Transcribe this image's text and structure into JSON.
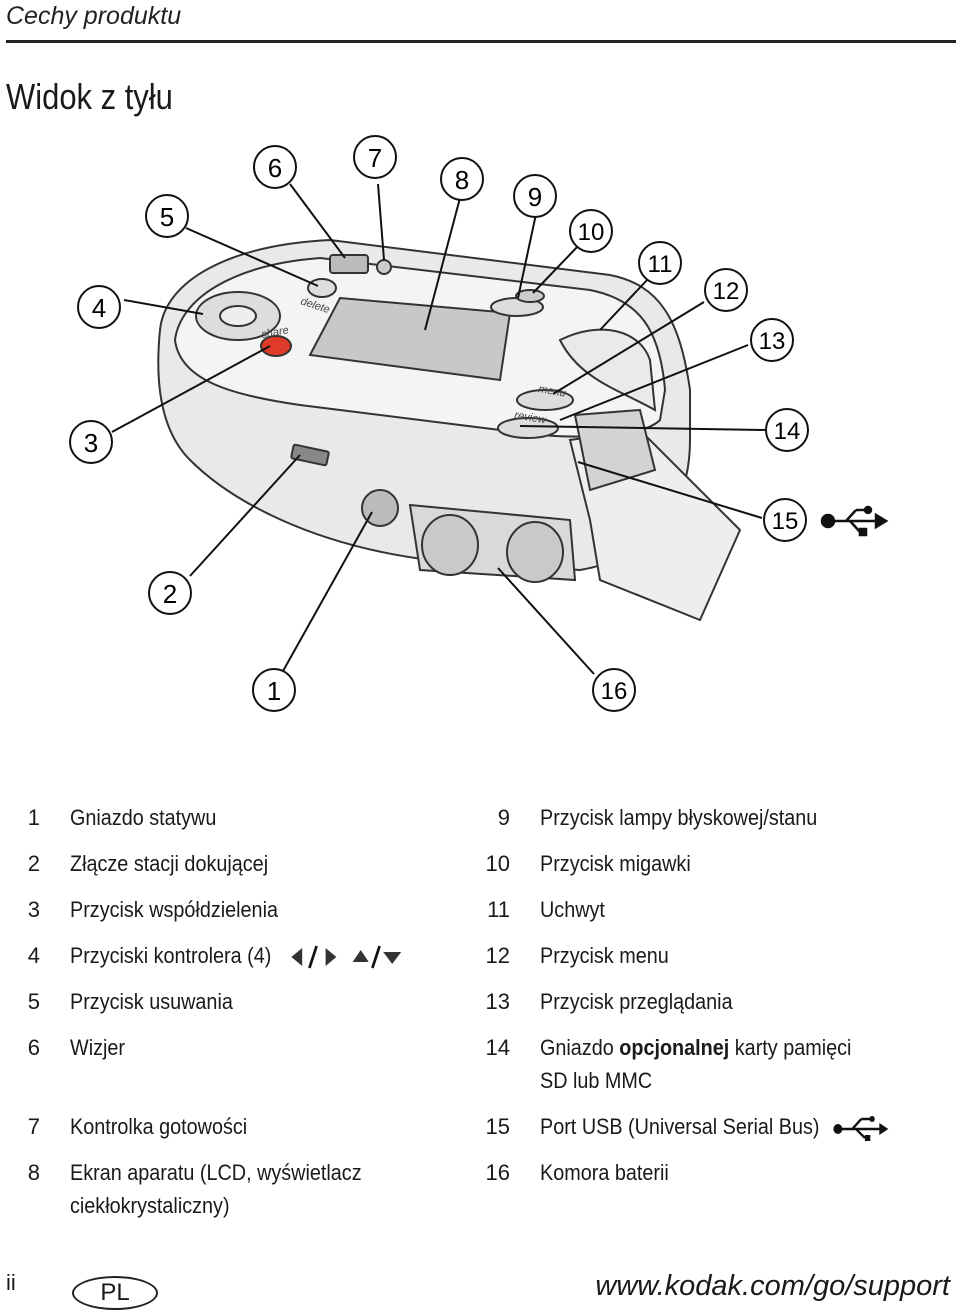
{
  "header": {
    "section": "Cechy produktu",
    "title": "Widok z tyłu"
  },
  "callouts": [
    "1",
    "2",
    "3",
    "4",
    "5",
    "6",
    "7",
    "8",
    "9",
    "10",
    "11",
    "12",
    "13",
    "14",
    "15",
    "16"
  ],
  "camera": {
    "buttons": {
      "delete": "delete",
      "share": "share",
      "menu": "menu",
      "review": "review"
    }
  },
  "legend": {
    "left": [
      {
        "num": "1",
        "text": "Gniazdo statywu"
      },
      {
        "num": "2",
        "text": "Złącze stacji dokującej"
      },
      {
        "num": "3",
        "text": "Przycisk współdzielenia"
      },
      {
        "num": "4",
        "text": "Przyciski kontrolera (4)",
        "icon": "controller-arrows-icon"
      },
      {
        "num": "5",
        "text": "Przycisk usuwania"
      },
      {
        "num": "6",
        "text": "Wizjer"
      },
      {
        "num": "7",
        "text": "Kontrolka gotowości"
      },
      {
        "num": "8",
        "text": "Ekran aparatu (LCD, wyświetlacz",
        "text2": "ciekłokrystaliczny)"
      }
    ],
    "right": [
      {
        "num": "9",
        "text": "Przycisk lampy błyskowej/stanu"
      },
      {
        "num": "10",
        "text": "Przycisk migawki"
      },
      {
        "num": "11",
        "text": "Uchwyt"
      },
      {
        "num": "12",
        "text": "Przycisk menu"
      },
      {
        "num": "13",
        "text": "Przycisk przeglądania"
      },
      {
        "num": "14",
        "text_a": "Gniazdo ",
        "text_bold": "opcjonalnej",
        "text_b": " karty pamięci",
        "text2": "SD lub MMC"
      },
      {
        "num": "15",
        "text": "Port USB (Universal Serial Bus)",
        "icon": "usb-icon"
      },
      {
        "num": "16",
        "text": "Komora baterii"
      }
    ]
  },
  "footer": {
    "page": "ii",
    "language": "PL",
    "url": "www.kodak.com/go/support"
  }
}
